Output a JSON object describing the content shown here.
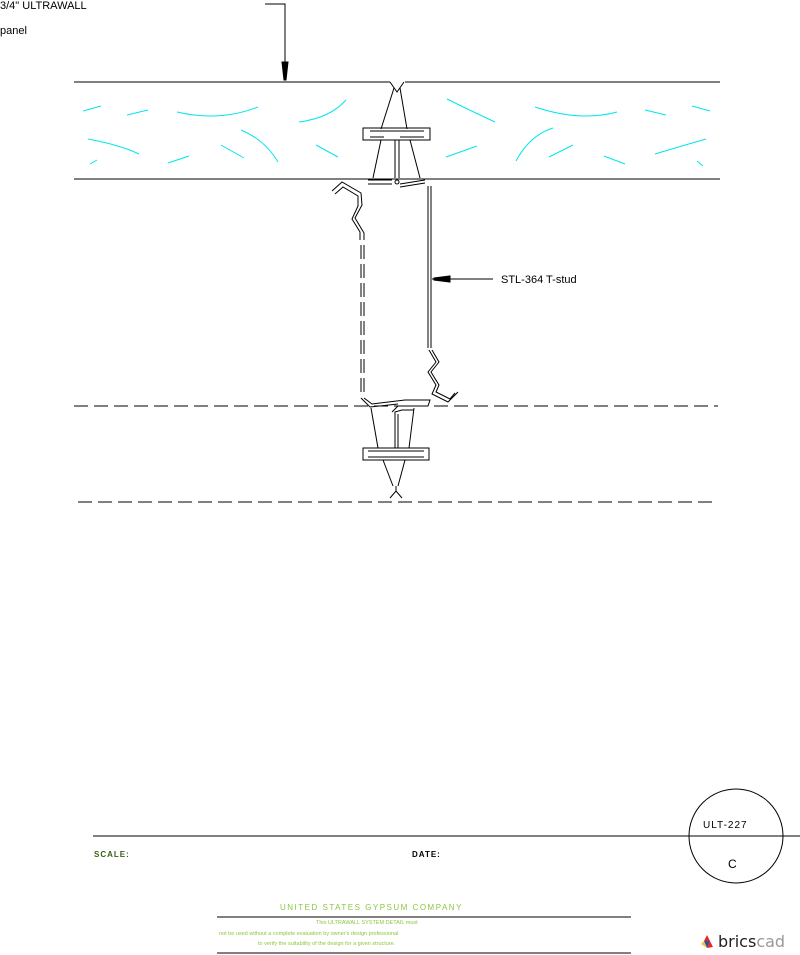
{
  "drawing": {
    "callouts": {
      "panel_line1": "3/4\" ULTRAWALL",
      "panel_line2": "panel",
      "stud": "STL-364 T-stud"
    },
    "colors": {
      "line": "#000000",
      "texture": "#00e5ee",
      "brand_green": "#8cc63f"
    }
  },
  "title_block": {
    "scale_label": "SCALE:",
    "date_label": "DATE:",
    "detail_number": "ULT-227",
    "detail_revision": "C",
    "company": "UNITED STATES GYPSUM COMPANY",
    "disclaimer": [
      "This ULTRAWALL SYSTEM DETAIL must",
      "not be used without a complete evaluation by owner's design professional",
      "to verify the suitability of the design for a given structure."
    ]
  },
  "branding": {
    "logo_bold": "brics",
    "logo_light": "cad"
  }
}
